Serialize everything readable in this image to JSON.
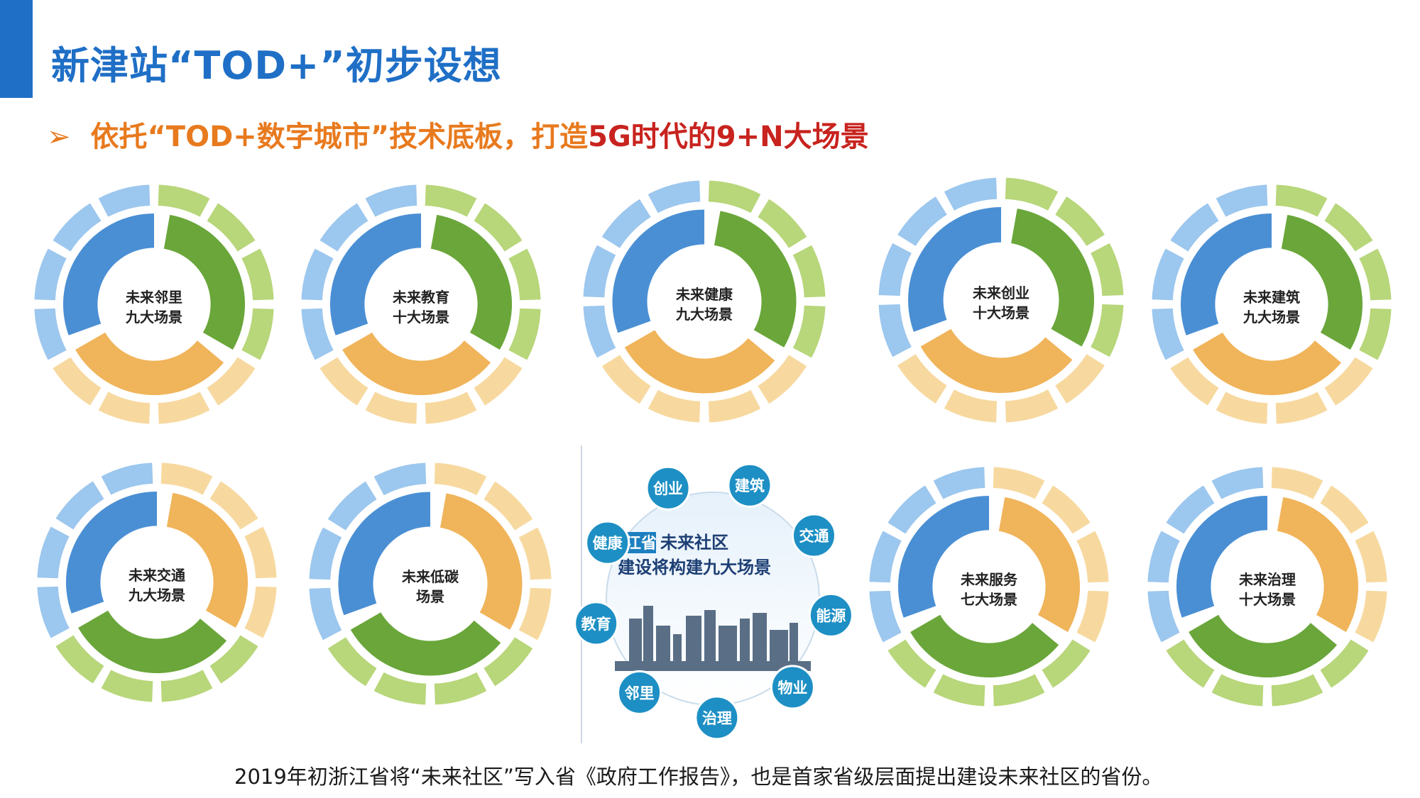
{
  "header": {
    "title": "新津站“TOD+”初步设想"
  },
  "subtitle": {
    "bullet": "➢",
    "part1": "依托“TOD+数字城市”技术底板，打造",
    "part2": "5G时代的9+N大场景"
  },
  "rings": [
    {
      "id": "neighbor",
      "l1": "未来邻里",
      "l2": "九大场景"
    },
    {
      "id": "education",
      "l1": "未来教育",
      "l2": "十大场景"
    },
    {
      "id": "health",
      "l1": "未来健康",
      "l2": "九大场景"
    },
    {
      "id": "startup",
      "l1": "未来创业",
      "l2": "十大场景"
    },
    {
      "id": "building",
      "l1": "未来建筑",
      "l2": "九大场景"
    },
    {
      "id": "traffic",
      "l1": "未来交通",
      "l2": "九大场景"
    },
    {
      "id": "lowcarbon",
      "l1": "未来低碳",
      "l2": "场景"
    },
    {
      "id": "service",
      "l1": "未来服务",
      "l2": "七大场景"
    },
    {
      "id": "governance",
      "l1": "未来治理",
      "l2": "十大场景"
    }
  ],
  "center_panel": {
    "banner_l1a": "浙江省",
    "banner_l1b": "未来社区",
    "banner_l2": "建设将构建九大场景",
    "bubbles": [
      "健康",
      "创业",
      "建筑",
      "交通",
      "能源",
      "物业",
      "治理",
      "邻里",
      "教育"
    ]
  },
  "caption": "2019年初浙江省将“未来社区”写入省《政府工作报告》，也是首家省级层面提出建设未来社区的省份。",
  "colors": {
    "title_blue": "#1f6fc6",
    "accent_orange": "#e87a1e",
    "accent_red": "#c8231e",
    "ring_green": "#6aa63a",
    "ring_light_green": "#b8d67a",
    "ring_orange": "#f0b45a",
    "ring_light_orange": "#f7d9a0",
    "ring_blue": "#4a8fd4",
    "ring_light_blue": "#9cc7ee",
    "bubble_blue": "#1d8fc4"
  }
}
